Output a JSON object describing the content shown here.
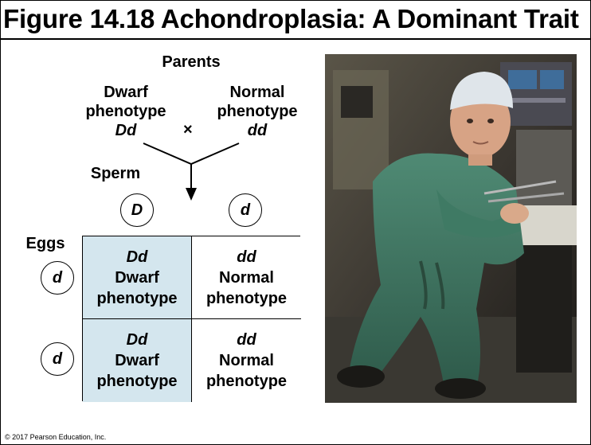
{
  "title": "Figure 14.18 Achondroplasia: A Dominant Trait",
  "parents": {
    "heading": "Parents",
    "left": {
      "line1": "Dwarf",
      "line2": "phenotype",
      "genotype": "Dd"
    },
    "right": {
      "line1": "Normal",
      "line2": "phenotype",
      "genotype": "dd"
    },
    "cross_symbol": "×"
  },
  "sperm": {
    "heading": "Sperm",
    "alleles": [
      "D",
      "d"
    ]
  },
  "eggs": {
    "heading": "Eggs",
    "alleles": [
      "d",
      "d"
    ]
  },
  "punnett": {
    "rows": [
      [
        {
          "genotype": "Dd",
          "phenotype_line1": "Dwarf",
          "phenotype_line2": "phenotype",
          "type": "dwarf"
        },
        {
          "genotype": "dd",
          "phenotype_line1": "Normal",
          "phenotype_line2": "phenotype",
          "type": "normal"
        }
      ],
      [
        {
          "genotype": "Dd",
          "phenotype_line1": "Dwarf",
          "phenotype_line2": "phenotype",
          "type": "dwarf"
        },
        {
          "genotype": "dd",
          "phenotype_line1": "Normal",
          "phenotype_line2": "phenotype",
          "type": "normal"
        }
      ]
    ],
    "colors": {
      "dwarf": "#d4e6ee",
      "normal": "#ffffff"
    }
  },
  "copyright": "© 2017 Pearson Education, Inc."
}
